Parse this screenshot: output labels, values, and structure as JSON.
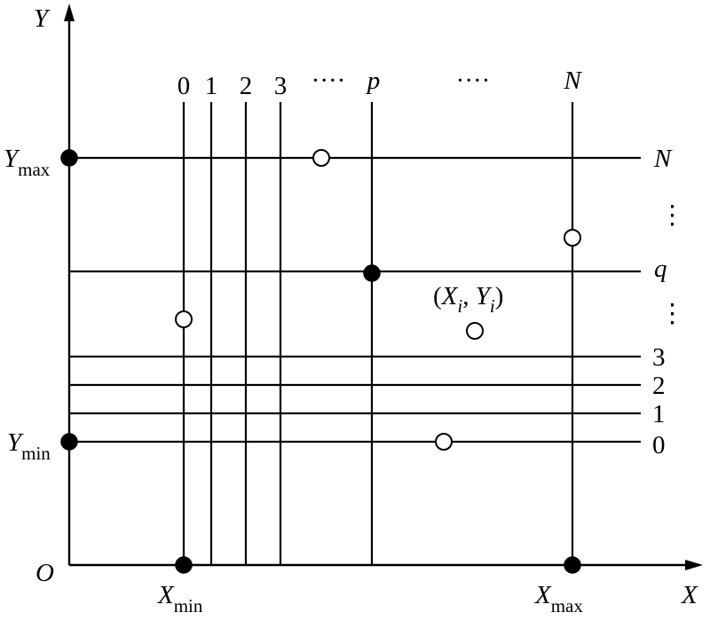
{
  "axes": {
    "x_label": "X",
    "y_label": "Y",
    "origin_label": "O"
  },
  "x_markers": {
    "min": {
      "base": "X",
      "sub": "min"
    },
    "max": {
      "base": "X",
      "sub": "max"
    }
  },
  "y_markers": {
    "min": {
      "base": "Y",
      "sub": "min"
    },
    "max": {
      "base": "Y",
      "sub": "max"
    }
  },
  "column_labels": [
    "0",
    "1",
    "2",
    "3",
    "····",
    "p",
    "····",
    "N"
  ],
  "row_labels": [
    "N",
    "⋮",
    "q",
    "⋮",
    "3",
    "2",
    "1",
    "0"
  ],
  "point_label": {
    "open": "(",
    "x": "X",
    "x_sub": "i",
    "sep": ", ",
    "y": "Y",
    "y_sub": "i",
    "close": ")"
  }
}
